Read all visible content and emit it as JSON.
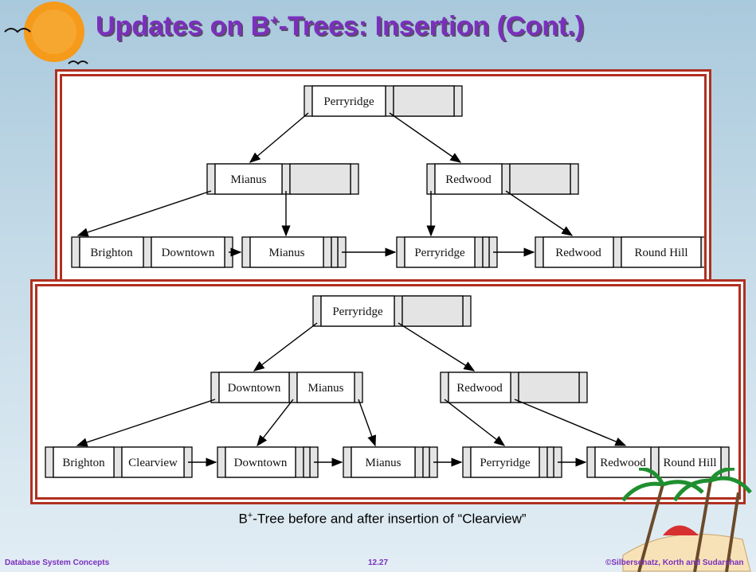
{
  "slide": {
    "title_prefix": "Updates on B",
    "title_sup": "+",
    "title_suffix": "-Trees:  Insertion (Cont.)",
    "caption_prefix": "B",
    "caption_sup": "+",
    "caption_suffix": "-Tree before and after insertion of “Clearview”"
  },
  "footer": {
    "left": "Database System Concepts",
    "center": "12.27",
    "right": "©Silberschatz, Korth and Sudarshan"
  },
  "before": {
    "root": [
      "Perryridge",
      ""
    ],
    "internal": [
      [
        "Mianus",
        ""
      ],
      [
        "Redwood",
        ""
      ]
    ],
    "leaves": [
      [
        "Brighton",
        "Downtown"
      ],
      [
        "Mianus",
        ""
      ],
      [
        "Perryridge",
        ""
      ],
      [
        "Redwood",
        "Round Hill"
      ]
    ]
  },
  "after": {
    "root": [
      "Perryridge",
      ""
    ],
    "internal": [
      [
        "Downtown",
        "Mianus"
      ],
      [
        "Redwood",
        ""
      ]
    ],
    "leaves": [
      [
        "Brighton",
        "Clearview"
      ],
      [
        "Downtown",
        ""
      ],
      [
        "Mianus",
        ""
      ],
      [
        "Perryridge",
        ""
      ],
      [
        "Redwood",
        "Round Hill"
      ]
    ]
  },
  "colors": {
    "title": "#7b2fbe",
    "panel_border": "#b03020",
    "node_fill": "#e4e4e4"
  }
}
